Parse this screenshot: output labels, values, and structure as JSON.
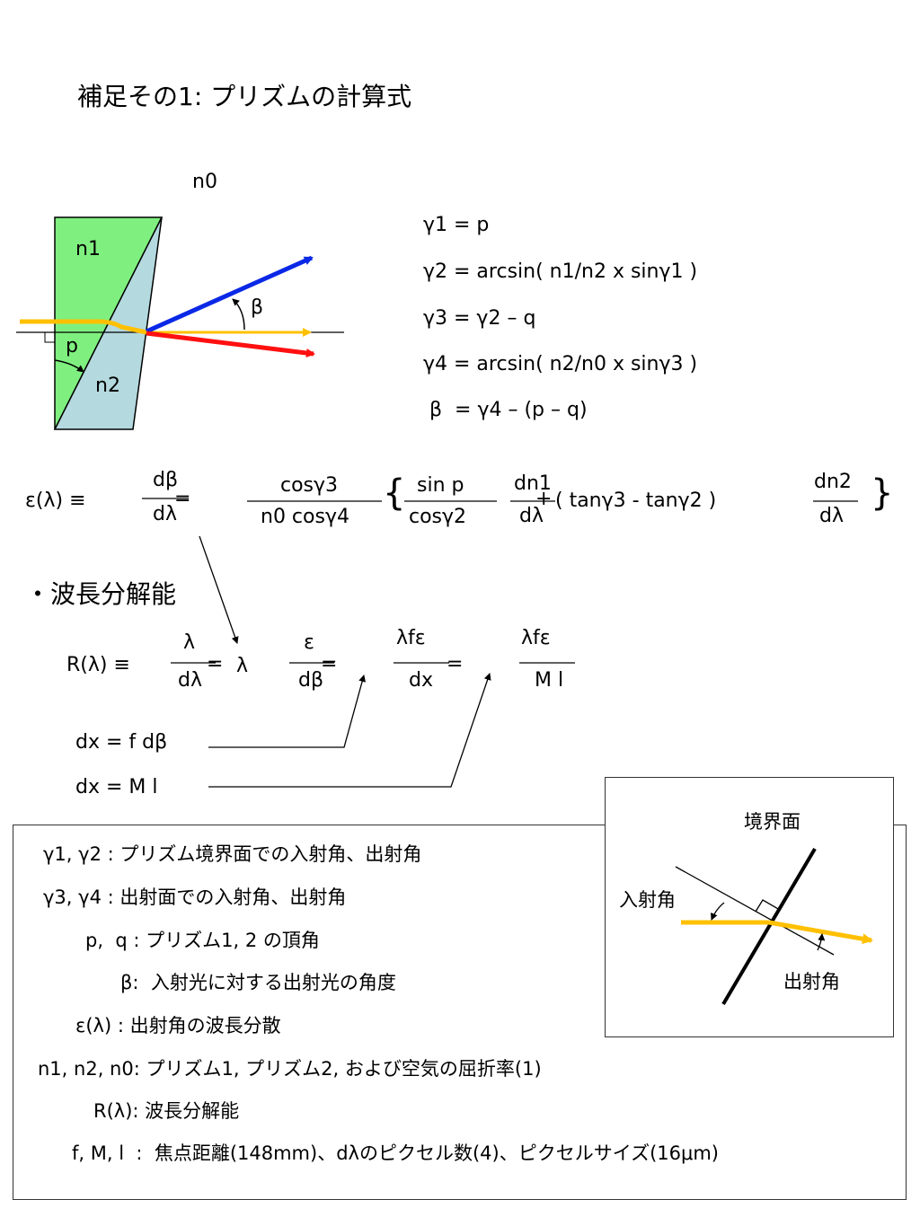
{
  "title": "補足その1:  プリズムの計算式",
  "diagram": {
    "n0": "n0",
    "n1": "n1",
    "n2": "n2",
    "p": "p",
    "beta": "β"
  },
  "equations": [
    "γ1 = p",
    "γ2 = arcsin( n1/n2 x sinγ1 )",
    "γ3 = γ2 – q",
    "γ4 = arcsin( n2/n0 x sinγ3 )",
    " β  = γ4 – (p – q)"
  ],
  "epsilon": {
    "lhs": "ε(λ) ≡",
    "f1_num": "dβ",
    "f1_den": "dλ",
    "eq": "=",
    "f2_num": "cosγ3",
    "f2_den": "n0 cosγ4",
    "brace_open": "{",
    "f3_num": "sin p",
    "f3_den": "cosγ2",
    "f4_num": "dn1",
    "f4_den": "dλ",
    "plus": "+",
    "mid": "( tanγ3 - tanγ2 )",
    "f5_num": "dn2",
    "f5_den": "dλ",
    "brace_close": "}"
  },
  "section_heading": "・波長分解能",
  "resolution": {
    "lhs": "R(λ) ≡",
    "f1_num": "λ",
    "f1_den": "dλ",
    "eq1": "=",
    "lambda": "λ",
    "f2_num": "ε",
    "f2_den": "dβ",
    "eq2": "=",
    "f3_num": "λfε",
    "f3_den": "dx",
    "eq3": "=",
    "f4_num": "λfε",
    "f4_den": "M l"
  },
  "dx_equations": [
    "dx = f dβ",
    "dx = M l"
  ],
  "legend": [
    "γ1, γ2 : プリズム境界面での入射角、出射角",
    "γ3, γ4 : 出射面での入射角、出射角",
    "p,  q : プリズム1, 2 の頂角",
    "β:  入射光に対する出射光の角度",
    "ε(λ) : 出射角の波長分散",
    "n1, n2, n0: プリズム1, プリズム2, および空気の屈折率(1)",
    "R(λ): 波長分解能",
    "f, M, l  :  焦点距離(148mm)、dλのピクセル数(4)、ピクセルサイズ(16μm)"
  ],
  "inset": {
    "boundary": "境界面",
    "incident": "入射角",
    "exit": "出射角"
  },
  "colors": {
    "prism1": "#7ff07f",
    "prism2": "#b4d9df",
    "ray_in": "#ffc000",
    "ray_blue": "#0a28e6",
    "ray_red": "#ff1010"
  }
}
